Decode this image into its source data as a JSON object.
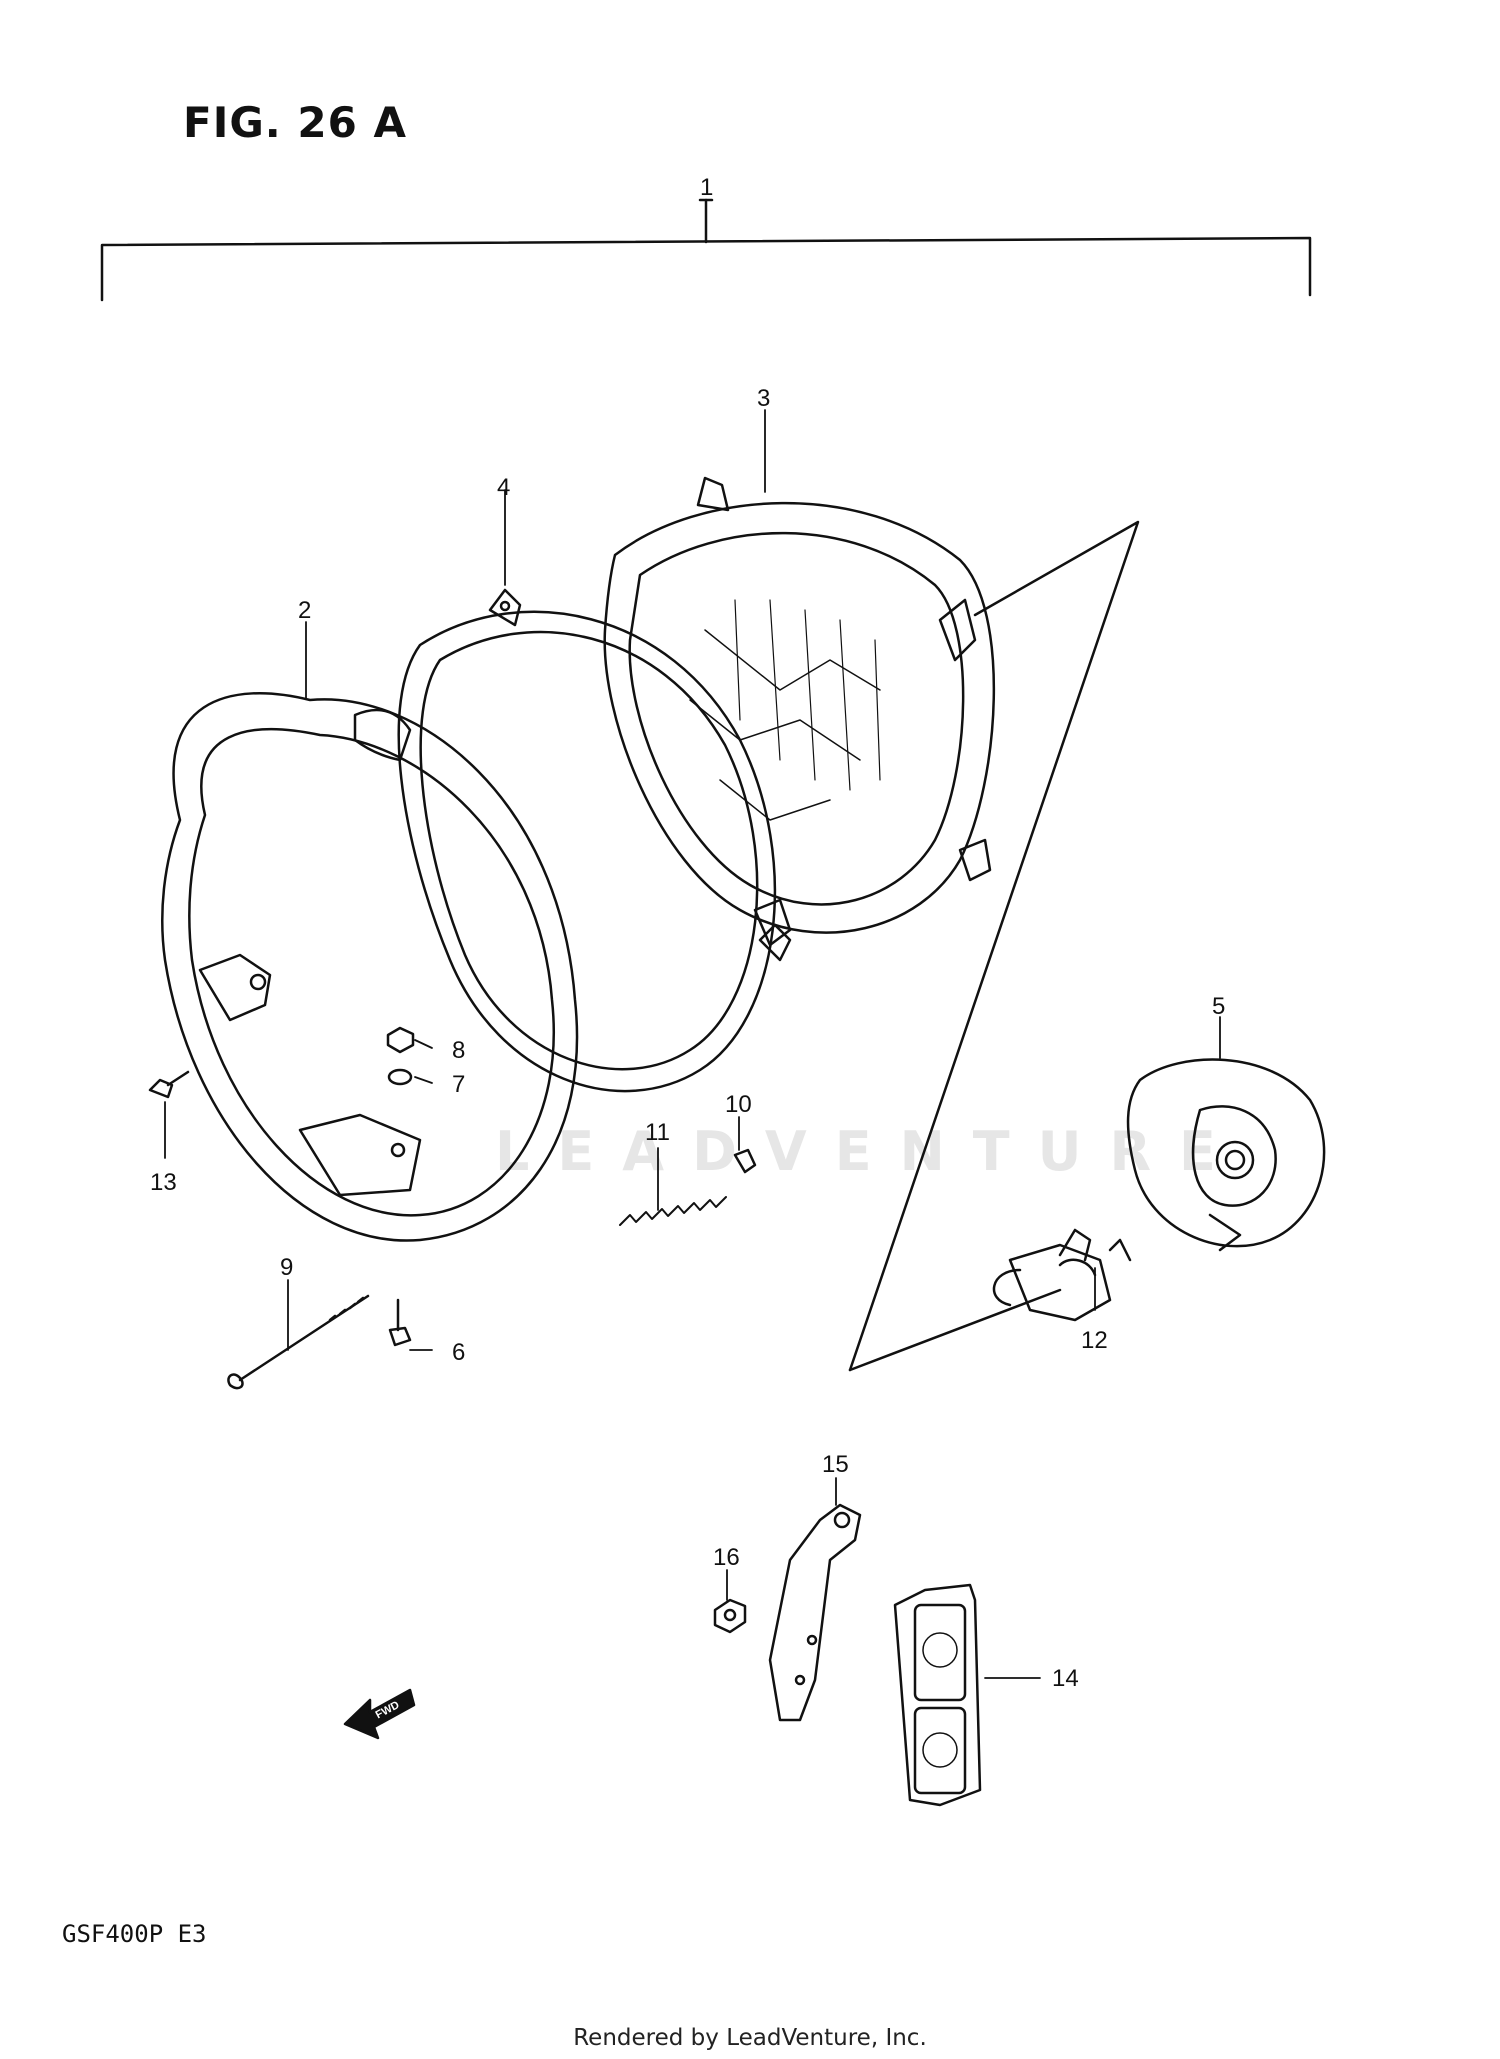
{
  "figure": {
    "title": "FIG. 26 A",
    "model_code": "GSF400P  E3",
    "footer": "Rendered by LeadVenture, Inc.",
    "watermark": "LEADVENTURE"
  },
  "callouts": [
    "1",
    "2",
    "3",
    "4",
    "5",
    "6",
    "7",
    "8",
    "9",
    "10",
    "11",
    "12",
    "13",
    "14",
    "15",
    "16"
  ],
  "icons": {
    "fwd_arrow": "FWD"
  }
}
